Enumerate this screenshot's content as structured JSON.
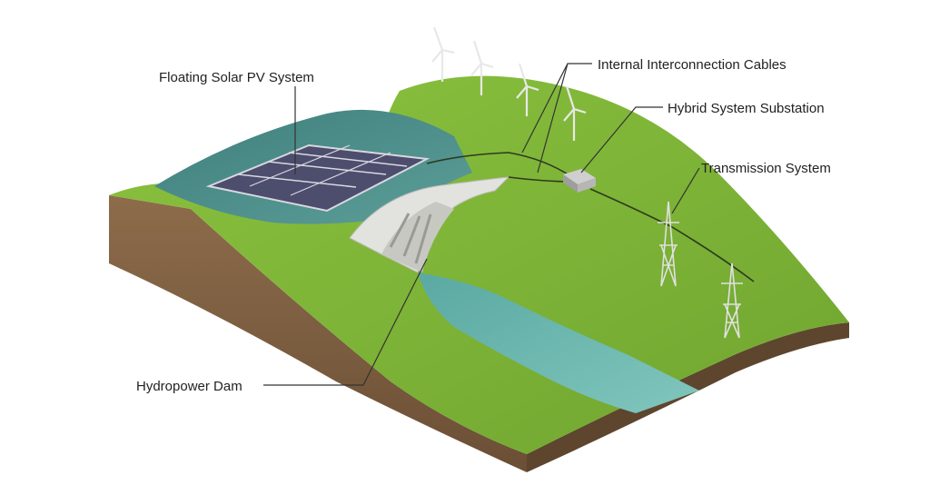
{
  "diagram": {
    "labels": {
      "floating_solar": "Floating Solar PV System",
      "internal_cables": "Internal Interconnection Cables",
      "substation": "Hybrid System Substation",
      "transmission": "Transmission System",
      "hydropower_dam": "Hydropower Dam"
    },
    "colors": {
      "grass": "#7fb53a",
      "grass_dark": "#6a9c2c",
      "soil": "#8a6a4a",
      "soil_dark": "#6e5236",
      "reservoir": "#4f8e8a",
      "river": "#6cb8b0",
      "panel": "#5a5a7a",
      "dam": "#d8d8d4"
    }
  }
}
